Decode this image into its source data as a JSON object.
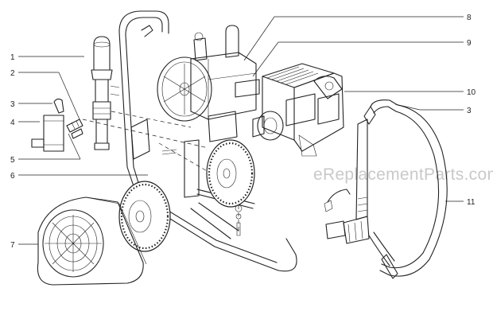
{
  "callouts": {
    "c1": "1",
    "c2": "2",
    "c3a": "3",
    "c4": "4",
    "c5": "5",
    "c6": "6",
    "c7": "7",
    "c8": "8",
    "c9": "9",
    "c10": "10",
    "c3b": "3",
    "c11": "11"
  },
  "watermark": "eReplacementParts.com"
}
